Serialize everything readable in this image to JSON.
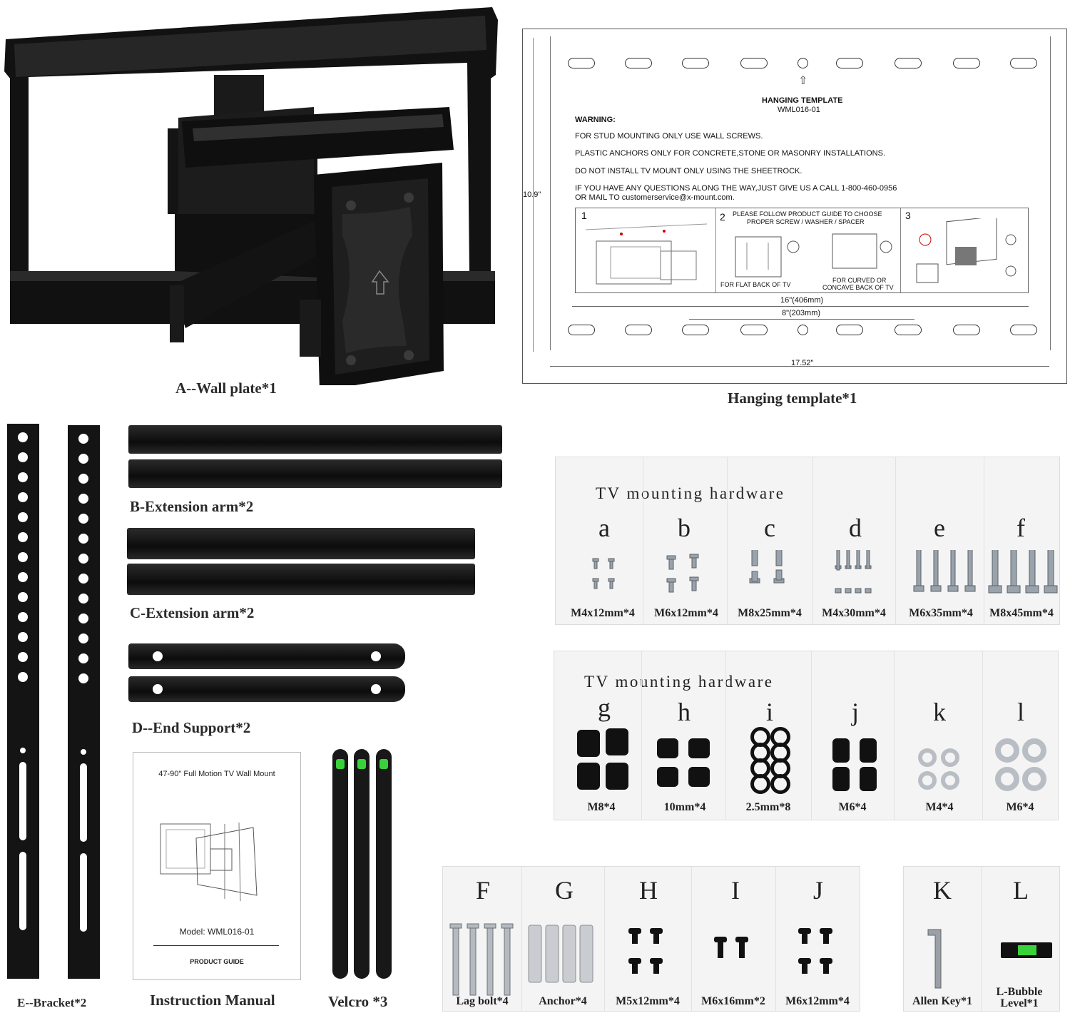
{
  "wall_plate": {
    "caption": "A--Wall plate*1"
  },
  "template": {
    "caption": "Hanging template*1",
    "title": "HANGING TEMPLATE",
    "model": "WML016-01",
    "warning": "WARNING:",
    "lines": [
      "FOR STUD MOUNTING ONLY USE WALL SCREWS.",
      "PLASTIC ANCHORS ONLY FOR CONCRETE,STONE OR MASONRY  INSTALLATIONS.",
      "DO NOT INSTALL TV MOUNT ONLY USING THE SHEETROCK.",
      "IF YOU HAVE ANY QUESTIONS ALONG THE WAY,JUST GIVE US A CALL 1-800-460-0956",
      "OR MAIL TO customerservice@x-mount.com."
    ],
    "height_label": "10.9\"",
    "step1": "1",
    "step2": "2",
    "step3": "3",
    "step2_text_a": "PLEASE FOLLOW PRODUCT GUIDE TO CHOOSE",
    "step2_text_b": "PROPER SCREW / WASHER / SPACER",
    "flat_label": "FOR FLAT BACK OF TV",
    "curved_label_a": "FOR CURVED OR",
    "curved_label_b": "CONCAVE BACK OF TV",
    "dim_16": "16\"(406mm)",
    "dim_8": "8\"(203mm)",
    "dim_width": "17.52\""
  },
  "parts": {
    "b_caption": "B-Extension arm*2",
    "c_caption": "C-Extension arm*2",
    "d_caption": "D--End Support*2",
    "e_caption": "E--Bracket*2"
  },
  "manual": {
    "caption": "Instruction Manual",
    "title": "47-90\" Full Motion TV Wall Mount",
    "model": "Model:  WML016-01",
    "footer": "PRODUCT GUIDE"
  },
  "velcro": {
    "caption": "Velcro *3"
  },
  "hardware1": {
    "title": "TV mounting hardware",
    "items": [
      {
        "letter": "a",
        "label": "M4x12mm*4"
      },
      {
        "letter": "b",
        "label": "M6x12mm*4"
      },
      {
        "letter": "c",
        "label": "M8x25mm*4"
      },
      {
        "letter": "d",
        "label": "M4x30mm*4"
      },
      {
        "letter": "e",
        "label": "M6x35mm*4"
      },
      {
        "letter": "f",
        "label": "M8x45mm*4"
      }
    ]
  },
  "hardware2": {
    "title": "TV mounting hardware",
    "items": [
      {
        "letter": "g",
        "label": "M8*4"
      },
      {
        "letter": "h",
        "label": "10mm*4"
      },
      {
        "letter": "i",
        "label": "2.5mm*8"
      },
      {
        "letter": "j",
        "label": "M6*4"
      },
      {
        "letter": "k",
        "label": "M4*4"
      },
      {
        "letter": "l",
        "label": "M6*4"
      }
    ]
  },
  "wall_hardware": {
    "items": [
      {
        "letter": "F",
        "label": "Lag bolt*4"
      },
      {
        "letter": "G",
        "label": "Anchor*4"
      },
      {
        "letter": "H",
        "label": "M5x12mm*4"
      },
      {
        "letter": "I",
        "label": "M6x16mm*2"
      },
      {
        "letter": "J",
        "label": "M6x12mm*4"
      }
    ]
  },
  "tools": {
    "items": [
      {
        "letter": "K",
        "label": "Allen Key*1"
      },
      {
        "letter": "L",
        "label": "L-Bubble Level*1"
      }
    ]
  },
  "colors": {
    "metal": "#161616",
    "bubble": "#3ad23a"
  }
}
